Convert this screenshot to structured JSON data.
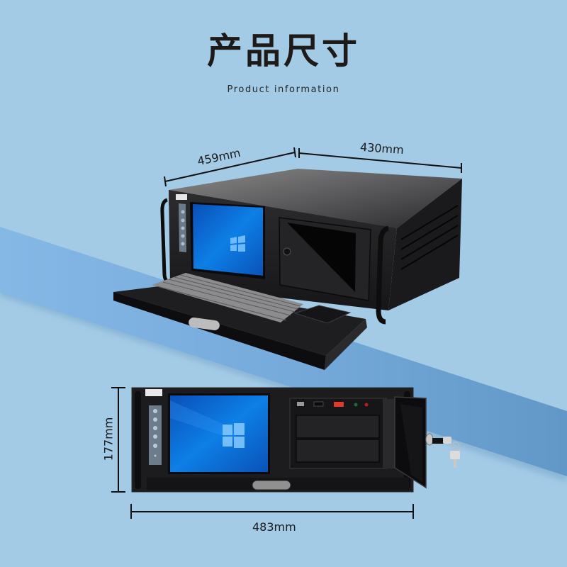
{
  "header": {
    "title": "产品尺寸",
    "subtitle": "Product information"
  },
  "dimensions": {
    "depth": "459mm",
    "width_body": "430mm",
    "height": "177mm",
    "width_panel": "483mm"
  },
  "product": {
    "top_view": "rackmount-industrial-pc-keyboard-drawer-open",
    "front_view": "rackmount-industrial-pc-front-door-open",
    "screen_os": "windows-logo"
  },
  "colors": {
    "background": "#a3cbe6",
    "band_light": "#86b8e6",
    "band_dark": "#6198c7",
    "chassis": "#1c1c1e",
    "screen": "#0a6fd6",
    "text": "#1e1a18"
  }
}
